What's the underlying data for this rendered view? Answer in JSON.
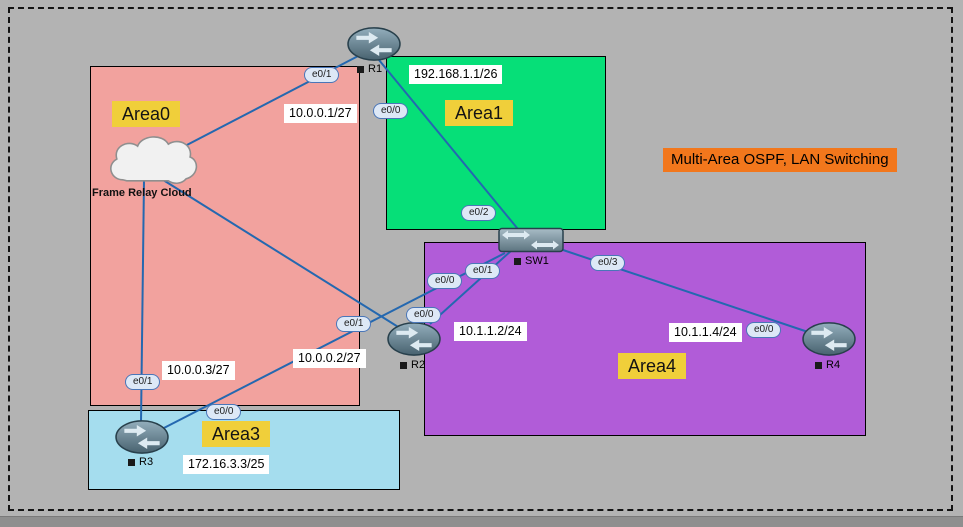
{
  "title": {
    "text": "Multi-Area OSPF, LAN Switching"
  },
  "areas": [
    {
      "name": "Area0",
      "color": "#f2a29e"
    },
    {
      "name": "Area1",
      "color": "#06df78"
    },
    {
      "name": "Area3",
      "color": "#a5ddee"
    },
    {
      "name": "Area4",
      "color": "#b15cd8"
    }
  ],
  "nodes": {
    "r1": {
      "label": "R1",
      "type": "router"
    },
    "r2": {
      "label": "R2",
      "type": "router"
    },
    "r3": {
      "label": "R3",
      "type": "router"
    },
    "r4": {
      "label": "R4",
      "type": "router"
    },
    "sw1": {
      "label": "SW1",
      "type": "ethernet-switch"
    },
    "cloud": {
      "label": "Frame Relay Cloud",
      "type": "frame-relay-cloud"
    }
  },
  "interface_labels": [
    {
      "text": "e0/1"
    },
    {
      "text": "e0/0"
    },
    {
      "text": "e0/2"
    },
    {
      "text": "e0/1"
    },
    {
      "text": "e0/1"
    },
    {
      "text": "e0/0"
    },
    {
      "text": "e0/1"
    },
    {
      "text": "e0/0"
    },
    {
      "text": "e0/0"
    },
    {
      "text": "e0/3"
    },
    {
      "text": "e0/0"
    }
  ],
  "ip_labels": [
    {
      "text": "192.168.1.1/26"
    },
    {
      "text": "10.0.0.1/27"
    },
    {
      "text": "10.0.0.2/27"
    },
    {
      "text": "10.0.0.3/27"
    },
    {
      "text": "10.1.1.2/24"
    },
    {
      "text": "10.1.1.4/24"
    },
    {
      "text": "172.16.3.3/25"
    }
  ],
  "colors": {
    "background": "#b3b3b3",
    "area_label_bg": "#f0cf3a",
    "title_bg": "#f2771c",
    "link": "#2468b0",
    "ip_label_bg": "#ffffff"
  }
}
